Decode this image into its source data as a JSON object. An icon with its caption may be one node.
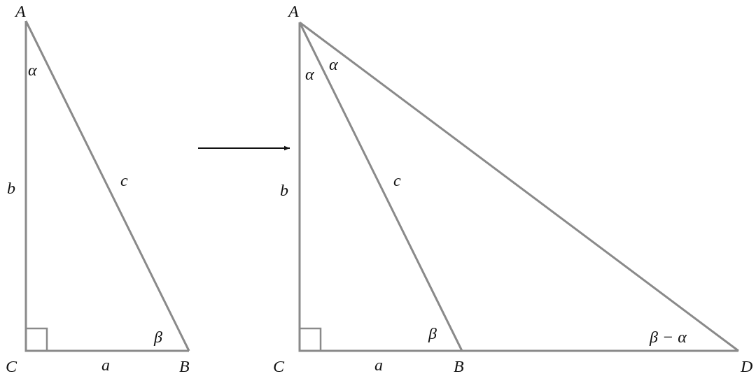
{
  "diagram": {
    "nodes": [
      {
        "text": [],
        "shape": "triangle"
      },
      {
        "text": [],
        "shape": "triangle"
      }
    ],
    "edges": [
      {
        "from": 0,
        "to": 1,
        "arrow": "to"
      }
    ],
    "labels": [
      "A",
      "α",
      "b",
      "c",
      "β",
      "C",
      "a",
      "B",
      "A",
      "α",
      "α",
      "b",
      "c",
      "β",
      "β − α",
      "C",
      "a",
      "B",
      "D"
    ]
  }
}
